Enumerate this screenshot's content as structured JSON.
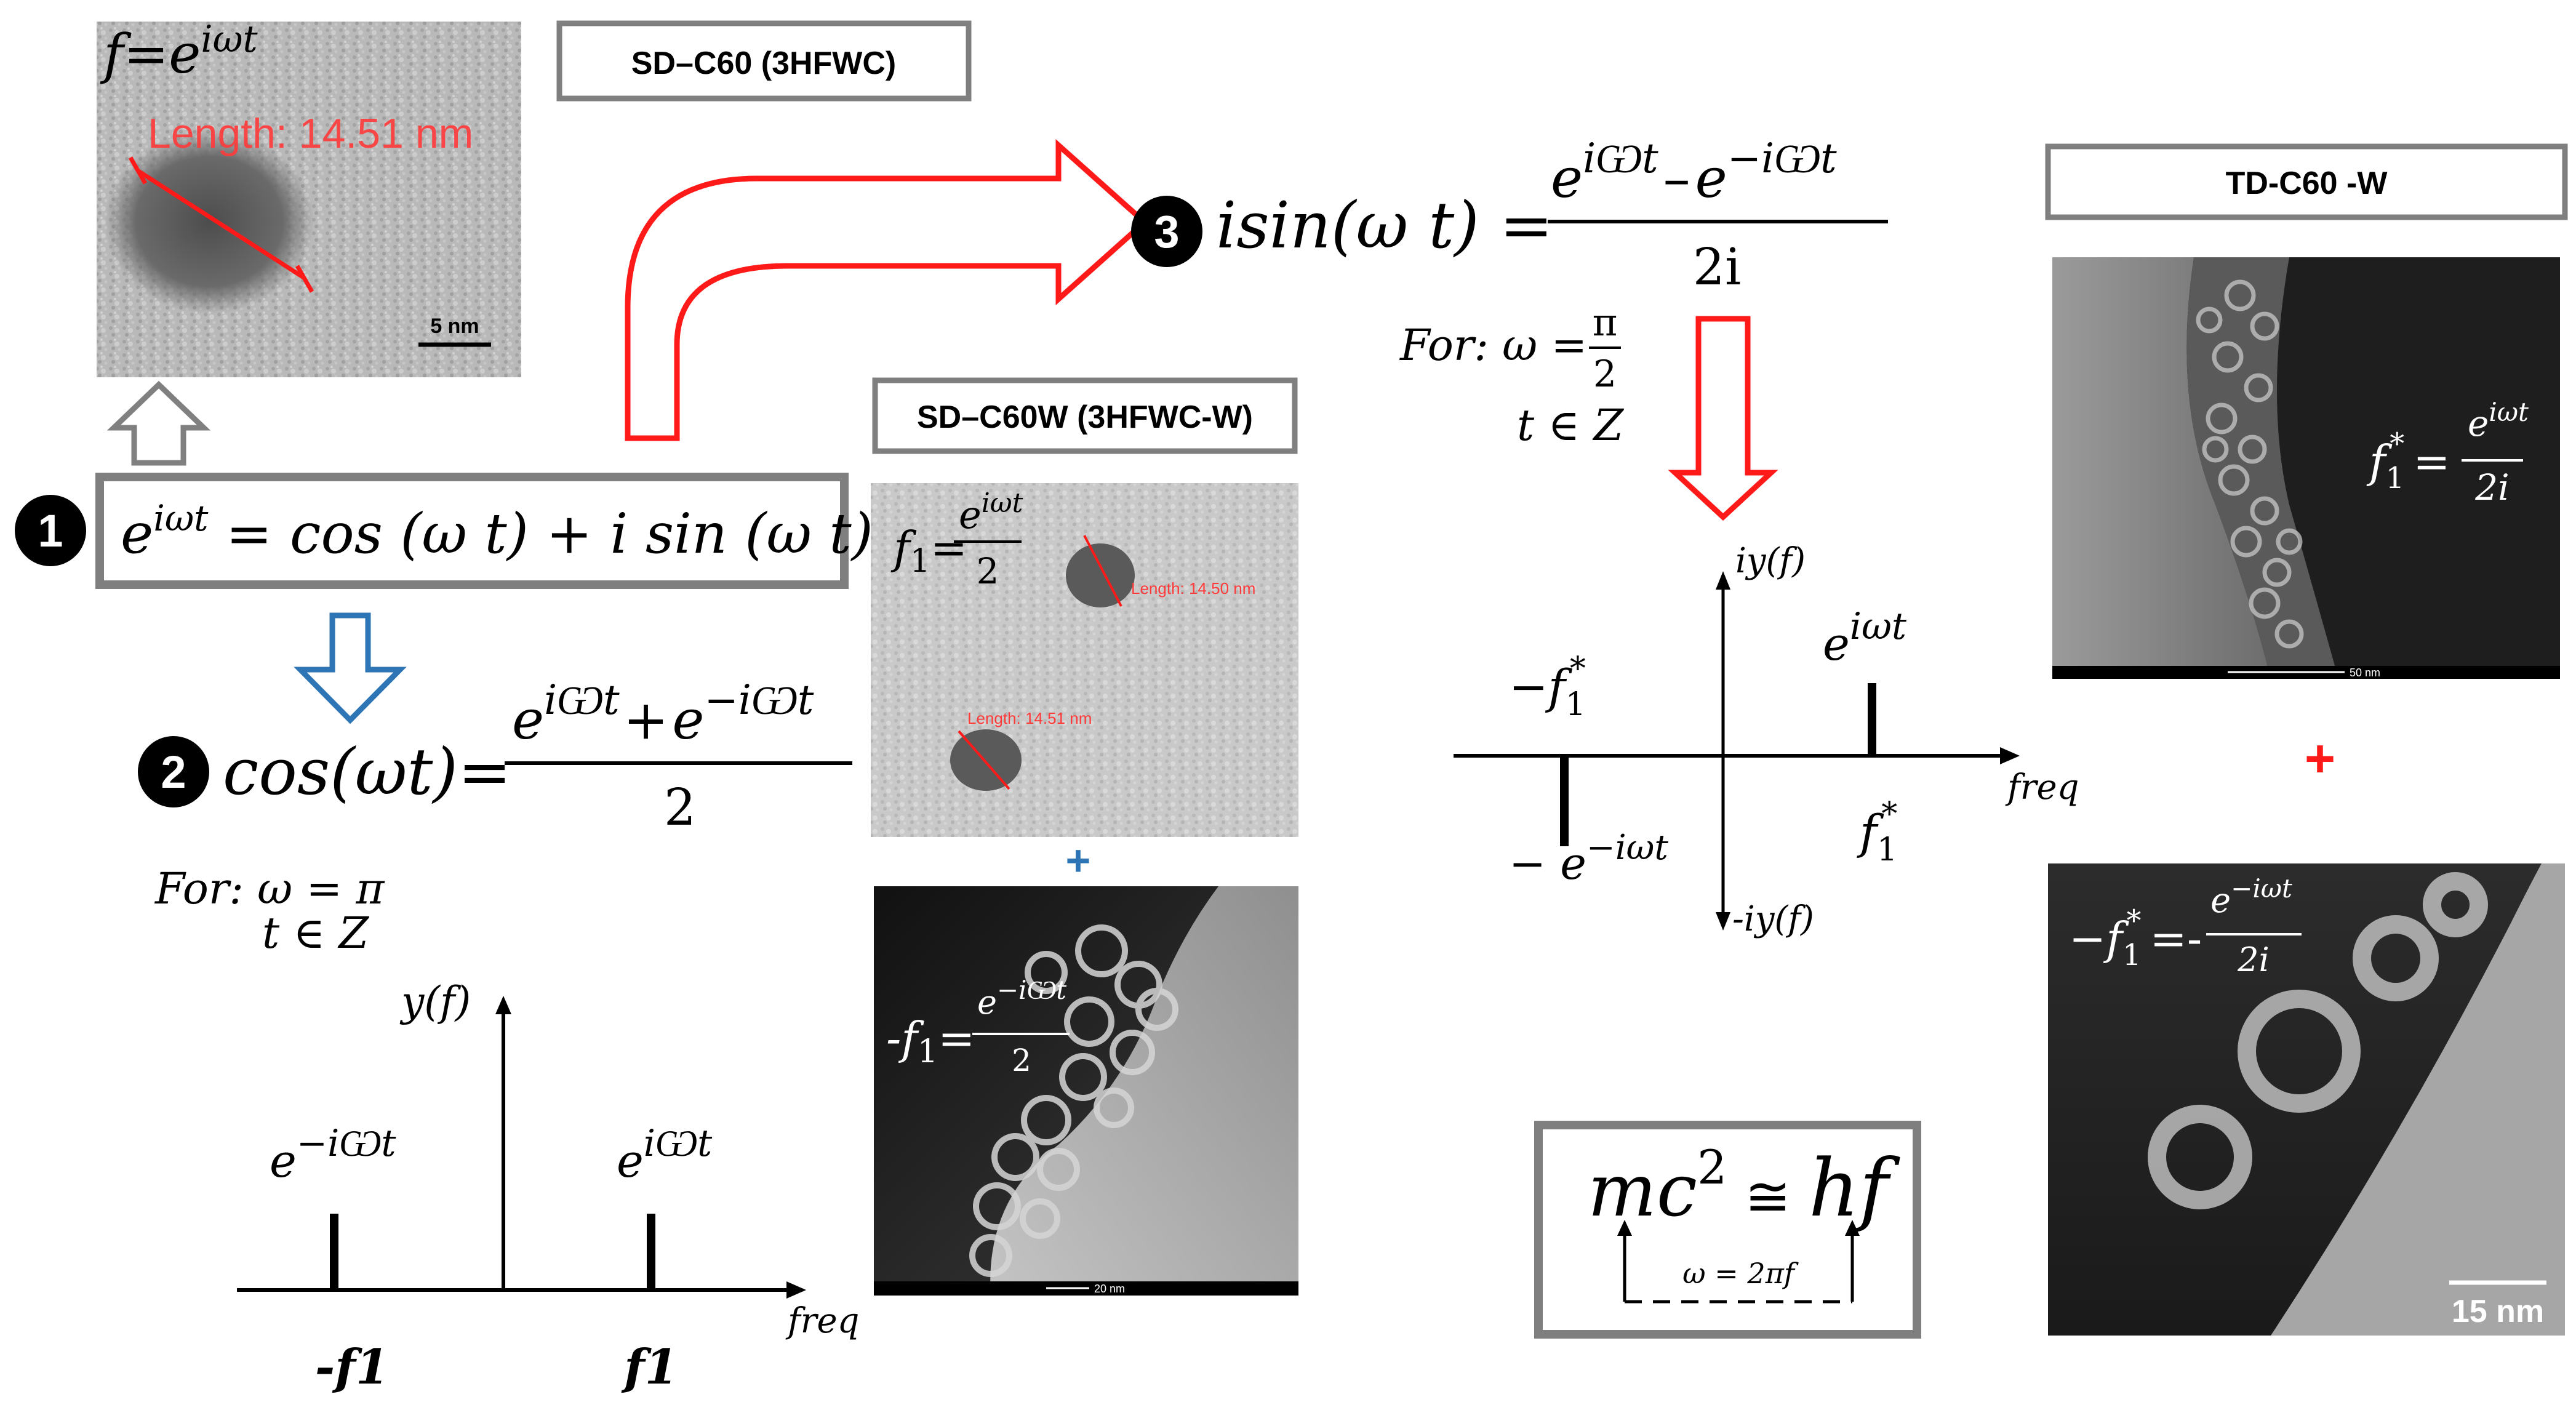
{
  "labels": {
    "sd_c60": "SD–C60 (3HFWC)",
    "sd_c60w": "SD–C60W (3HFWC-W)",
    "td_c60w": "TD-C60 -W"
  },
  "micrographs": {
    "top_left": {
      "formula": "f=e",
      "formula_sup": "iωt",
      "measurement": "Length: 14.51 nm",
      "scale": "5 nm"
    },
    "sd_w_top": {
      "formula_lhs": "f",
      "formula_sub": "1",
      "formula_eq": "=",
      "formula_num": "e",
      "formula_num_sup": "iωt",
      "formula_den": "2",
      "measure_1": "Length: 14.50 nm",
      "measure_2": "Length: 14.51 nm",
      "plus": "+"
    },
    "sd_w_bottom": {
      "formula_lhs": "-f",
      "formula_sub": "1",
      "formula_eq": "=",
      "formula_num": "e",
      "formula_num_sup": "−iѠt",
      "formula_den": "2",
      "scale": "20 nm"
    },
    "td_top": {
      "formula_lhs": "f",
      "formula_sub": "1",
      "formula_sup": "*",
      "formula_eq": "=",
      "formula_num": "e",
      "formula_num_sup": "iωt",
      "formula_den": "2i",
      "scale": "50 nm",
      "plus": "+"
    },
    "td_bottom": {
      "formula_lhs": "−f",
      "formula_sub": "1",
      "formula_sup": "*",
      "formula_eq": "=-",
      "formula_num": "e",
      "formula_num_sup": "−iωt",
      "formula_den": "2i",
      "scale": "15 nm"
    }
  },
  "steps": {
    "one": {
      "number": "1",
      "euler_lhs": "e",
      "euler_sup": "iωt",
      "euler_rhs": " = cos (ω t) + i sin (ω t)"
    },
    "two": {
      "number": "2",
      "lhs": "cos(ωt)=",
      "num_a": "e",
      "num_a_sup": "iѠt",
      "plus": "+",
      "num_b": "e",
      "num_b_sup": "−iѠt",
      "den": "2",
      "for_1": "For: ω = π",
      "for_2": "t ∈ Z"
    },
    "three": {
      "number": "3",
      "lhs": "isin(ω t) =",
      "num_a": "e",
      "num_a_sup": "iѠt",
      "minus": "–",
      "num_b": "e",
      "num_b_sup": "−iѠt",
      "den": "2i",
      "for_1": "For: ω =",
      "for_pi": "π",
      "for_2": "2",
      "for_3": "t ∈ Z"
    }
  },
  "cos_spectrum": {
    "y_label": "y(f)",
    "x_label": "freq",
    "left_label": "e",
    "left_sup": "−iѠt",
    "right_label": "e",
    "right_sup": "iѠt",
    "tick_left": "-f1",
    "tick_right": "f1"
  },
  "sin_spectrum": {
    "y_top": "iy(f)",
    "y_bottom": "-iy(f)",
    "x_label": "freq",
    "left_top": "−f",
    "left_top_sub": "1",
    "left_top_sup": "*",
    "left_bottom": "− e",
    "left_bottom_sup": "−iωt",
    "right_top": "e",
    "right_top_sup": "iωt",
    "right_bottom": "f",
    "right_bottom_sub": "1",
    "right_bottom_sup": "*"
  },
  "mass_energy": {
    "lhs": "mc",
    "lhs_sup": "2",
    "approx": " ≅ ",
    "rhs": "hf",
    "link": "ω = 2πf"
  },
  "colors": {
    "red": "#ff1a1a",
    "blue": "#2e75b6",
    "gray_border": "#7f7f7f",
    "arrow_gray": "#808080"
  }
}
